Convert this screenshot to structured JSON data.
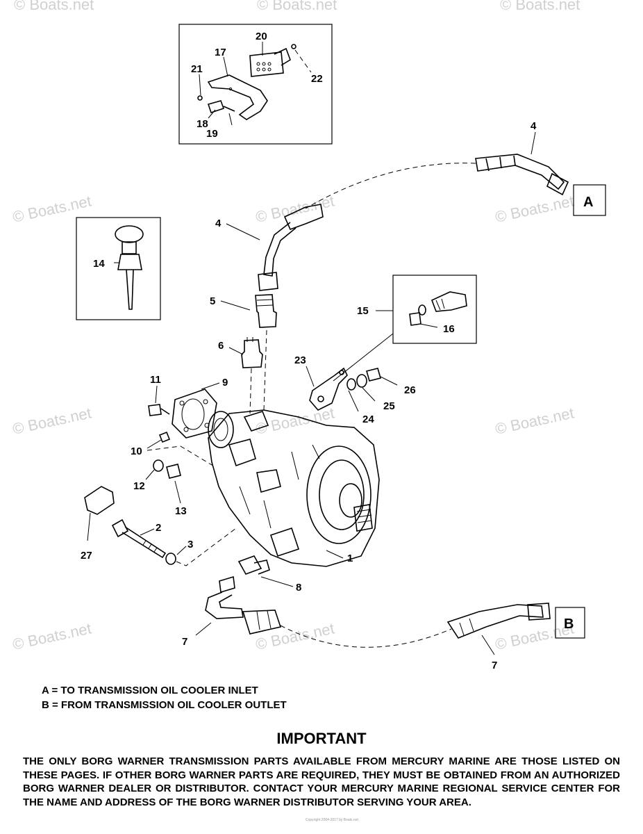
{
  "callouts": {
    "c1": "1",
    "c2": "2",
    "c3": "3",
    "c4a": "4",
    "c4b": "4",
    "c5": "5",
    "c6": "6",
    "c7a": "7",
    "c7b": "7",
    "c8": "8",
    "c9": "9",
    "c10": "10",
    "c11": "11",
    "c12": "12",
    "c13": "13",
    "c14": "14",
    "c15": "15",
    "c16": "16",
    "c17": "17",
    "c18": "18",
    "c19": "19",
    "c20": "20",
    "c21": "21",
    "c22": "22",
    "c23": "23",
    "c24": "24",
    "c25": "25",
    "c26": "26",
    "c27": "27"
  },
  "refs": {
    "a": "A",
    "b": "B"
  },
  "watermark": "© Boats.net",
  "legend": {
    "a": "A = TO TRANSMISSION OIL COOLER INLET",
    "b": "B = FROM TRANSMISSION OIL COOLER OUTLET"
  },
  "important": {
    "title": "IMPORTANT",
    "body": "THE ONLY BORG WARNER TRANSMISSION PARTS AVAILABLE FROM MERCURY MARINE ARE THOSE LISTED ON THESE PAGES. IF OTHER BORG WARNER PARTS ARE REQUIRED, THEY MUST BE OBTAINED FROM AN AUTHORIZED BORG WARNER DEALER OR DISTRIBUTOR. CONTACT YOUR MERCURY MARINE REGIONAL SERVICE CENTER FOR THE NAME AND ADDRESS OF THE BORG WARNER DISTRIBUTOR SERVING YOUR AREA."
  },
  "copyright": "Copyright 2004-2017 by Boats.net"
}
